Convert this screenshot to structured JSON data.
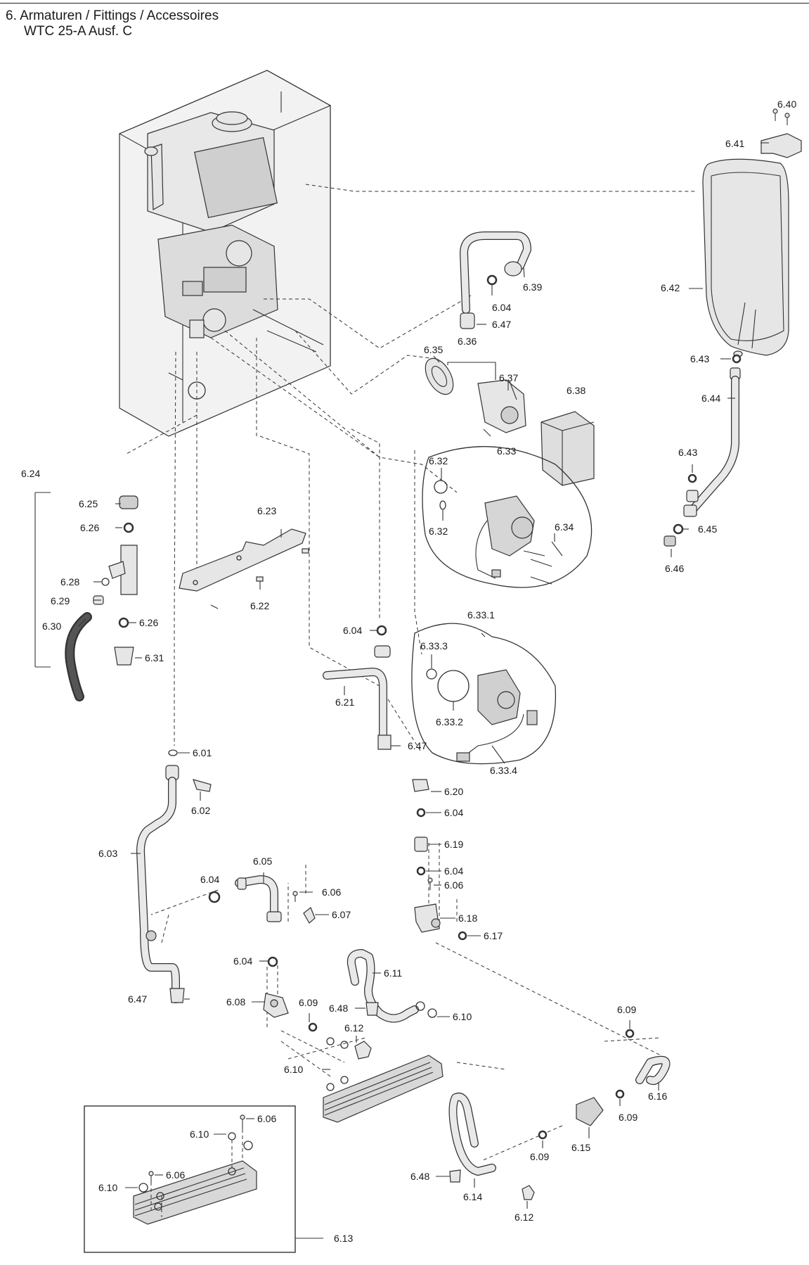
{
  "title": {
    "line1": "6. Armaturen / Fittings / Accessoires",
    "line2": "WTC 25-A Ausf. C"
  },
  "labels": {
    "l_6_40": "6.40",
    "l_6_41": "6.41",
    "l_6_42": "6.42",
    "l_6_43a": "6.43",
    "l_6_44": "6.44",
    "l_6_43b": "6.43",
    "l_6_45": "6.45",
    "l_6_46": "6.46",
    "l_6_39": "6.39",
    "l_6_04a": "6.04",
    "l_6_47a": "6.47",
    "l_6_35": "6.35",
    "l_6_36": "6.36",
    "l_6_37": "6.37",
    "l_6_38": "6.38",
    "l_6_33": "6.33",
    "l_6_32a": "6.32",
    "l_6_32b": "6.32",
    "l_6_34": "6.34",
    "l_6_24": "6.24",
    "l_6_25": "6.25",
    "l_6_26a": "6.26",
    "l_6_28": "6.28",
    "l_6_29": "6.29",
    "l_6_30": "6.30",
    "l_6_26b": "6.26",
    "l_6_31": "6.31",
    "l_6_23": "6.23",
    "l_6_22": "6.22",
    "l_6_04b": "6.04",
    "l_6_21": "6.21",
    "l_6_47b": "6.47",
    "l_6_33_1": "6.33.1",
    "l_6_33_3": "6.33.3",
    "l_6_33_2": "6.33.2",
    "l_6_33_4": "6.33.4",
    "l_6_01": "6.01",
    "l_6_02": "6.02",
    "l_6_03": "6.03",
    "l_6_20": "6.20",
    "l_6_04c": "6.04",
    "l_6_19": "6.19",
    "l_6_04d": "6.04",
    "l_6_06a": "6.06",
    "l_6_18": "6.18",
    "l_6_17": "6.17",
    "l_6_04e": "6.04",
    "l_6_05": "6.05",
    "l_6_06b": "6.06",
    "l_6_07": "6.07",
    "l_6_04f": "6.04",
    "l_6_47c": "6.47",
    "l_6_08": "6.08",
    "l_6_09a": "6.09",
    "l_6_11": "6.11",
    "l_6_48a": "6.48",
    "l_6_12a": "6.12",
    "l_6_10a": "6.10",
    "l_6_10b": "6.10",
    "l_6_09b": "6.09",
    "l_6_16": "6.16",
    "l_6_09c": "6.09",
    "l_6_15": "6.15",
    "l_6_09d": "6.09",
    "l_6_48b": "6.48",
    "l_6_14": "6.14",
    "l_6_12b": "6.12",
    "l_6_06c": "6.06",
    "l_6_10c": "6.10",
    "l_6_06d": "6.06",
    "l_6_10d": "6.10",
    "l_6_13": "6.13"
  }
}
